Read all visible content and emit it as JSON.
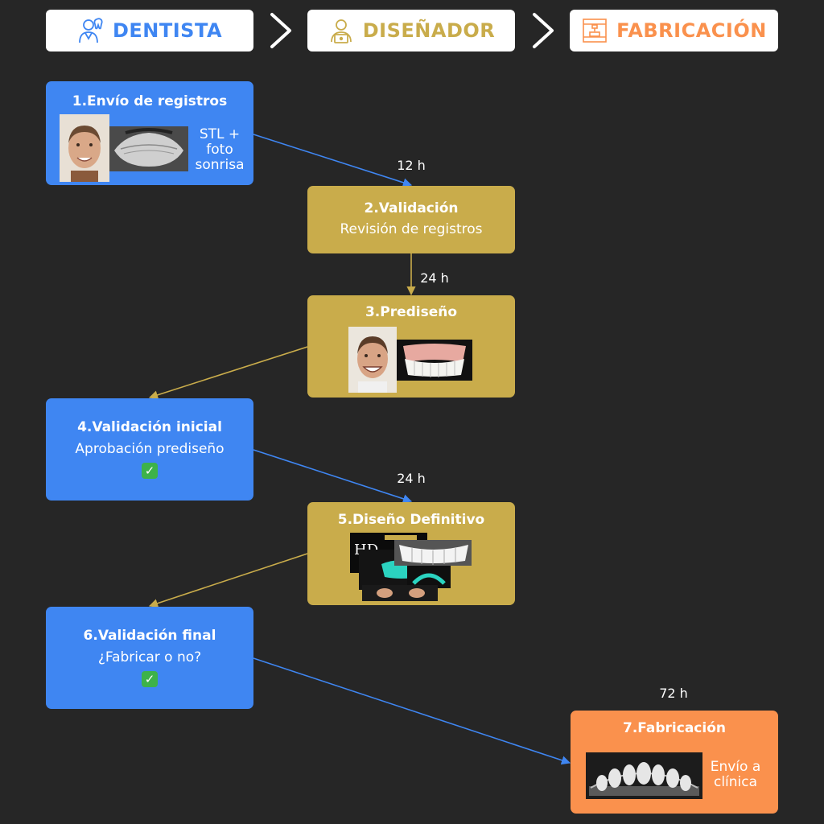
{
  "columns": {
    "dentist": {
      "label": "DENTISTA",
      "color": "#3f86f2",
      "icon": "dentist-icon"
    },
    "designer": {
      "label": "DISEÑADOR",
      "color": "#c9ac4b",
      "icon": "designer-icon"
    },
    "fabrication": {
      "label": "FABRICACIÓN",
      "color": "#fa914d",
      "icon": "printer-icon"
    }
  },
  "steps": {
    "s1": {
      "title": "1.Envío de registros",
      "side": "STL +\nfoto\nsonrisa"
    },
    "s2": {
      "title": "2.Validación",
      "subtitle": "Revisión de registros"
    },
    "s3": {
      "title": "3.Prediseño"
    },
    "s4": {
      "title": "4.Validación inicial",
      "subtitle": "Aprobación prediseño",
      "check": "✓"
    },
    "s5": {
      "title": "5.Diseño Definitivo"
    },
    "s6": {
      "title": "6.Validación final",
      "subtitle": "¿Fabricar o no?",
      "check": "✓"
    },
    "s7": {
      "title": "7.Fabricación",
      "side": "Envío a\nclínica"
    }
  },
  "durations": {
    "d1": "12 h",
    "d2": "24 h",
    "d3": "24 h",
    "d4": "72 h"
  },
  "colors": {
    "background": "#262626",
    "blue": "#3f86f2",
    "gold": "#c9ac4b",
    "orange": "#fa914d",
    "check": "#3db24a"
  }
}
